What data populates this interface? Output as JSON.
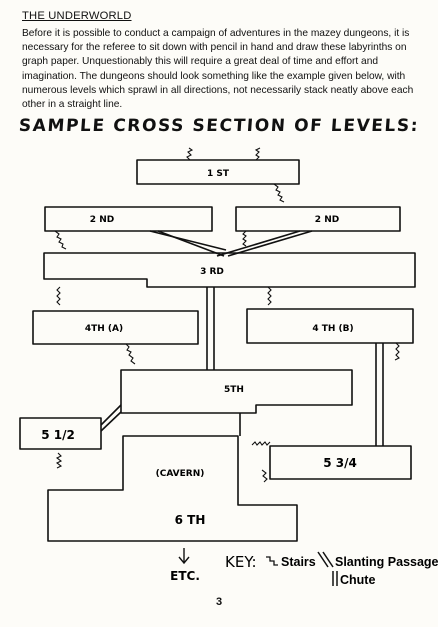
{
  "section": {
    "heading": "THE UNDERWORLD",
    "paragraph": "Before it is possible to conduct a campaign of adventures in the mazey dungeons, it is necessary for the referee to sit down with pencil in hand and draw these labyrinths on graph paper. Unquestionably this will require a great deal of time and effort and imagination. The dungeons should look something like the example given below, with numerous levels which sprawl in all directions, not necessarily stack neatly above each other in a straight line."
  },
  "diagram": {
    "title": "SAMPLE CROSS SECTION OF LEVELS:",
    "levels": {
      "first": "1 ST",
      "second_left": "2 ND",
      "second_right": "2 ND",
      "third": "3 RD",
      "fourth_a": "4TH (A)",
      "fourth_b": "4 TH (B)",
      "fifth": "5TH",
      "five_half": "5 1/2",
      "five_three_quarter": "5 3/4",
      "cavern": "(CAVERN)",
      "sixth": "6 TH"
    },
    "etc": "ETC.",
    "key": {
      "title": "KEY:",
      "stairs": "Stairs",
      "slanting_passage": "Slanting Passage",
      "chute": "Chute"
    }
  },
  "page_number": "3"
}
